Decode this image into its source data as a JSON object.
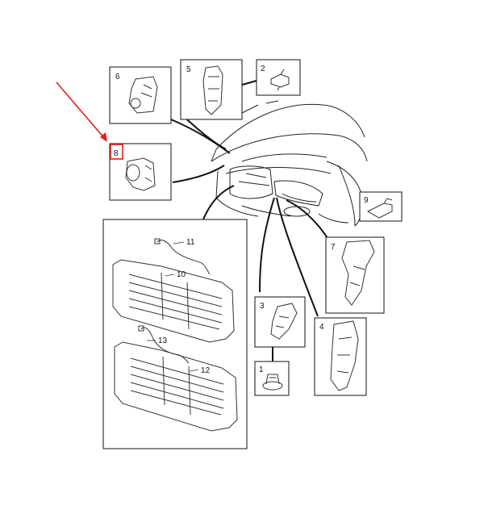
{
  "diagram": {
    "highlight_color": "#e0201b",
    "line_color": "#111111",
    "box_labels": {
      "b1": "1",
      "b2": "2",
      "b3": "3",
      "b4": "4",
      "b5": "5",
      "b6": "6",
      "b7": "7",
      "b8": "8",
      "b9": "9"
    },
    "callouts": {
      "c10": "10",
      "c11": "11",
      "c12": "12",
      "c13": "13"
    },
    "highlighted_part": "8"
  }
}
